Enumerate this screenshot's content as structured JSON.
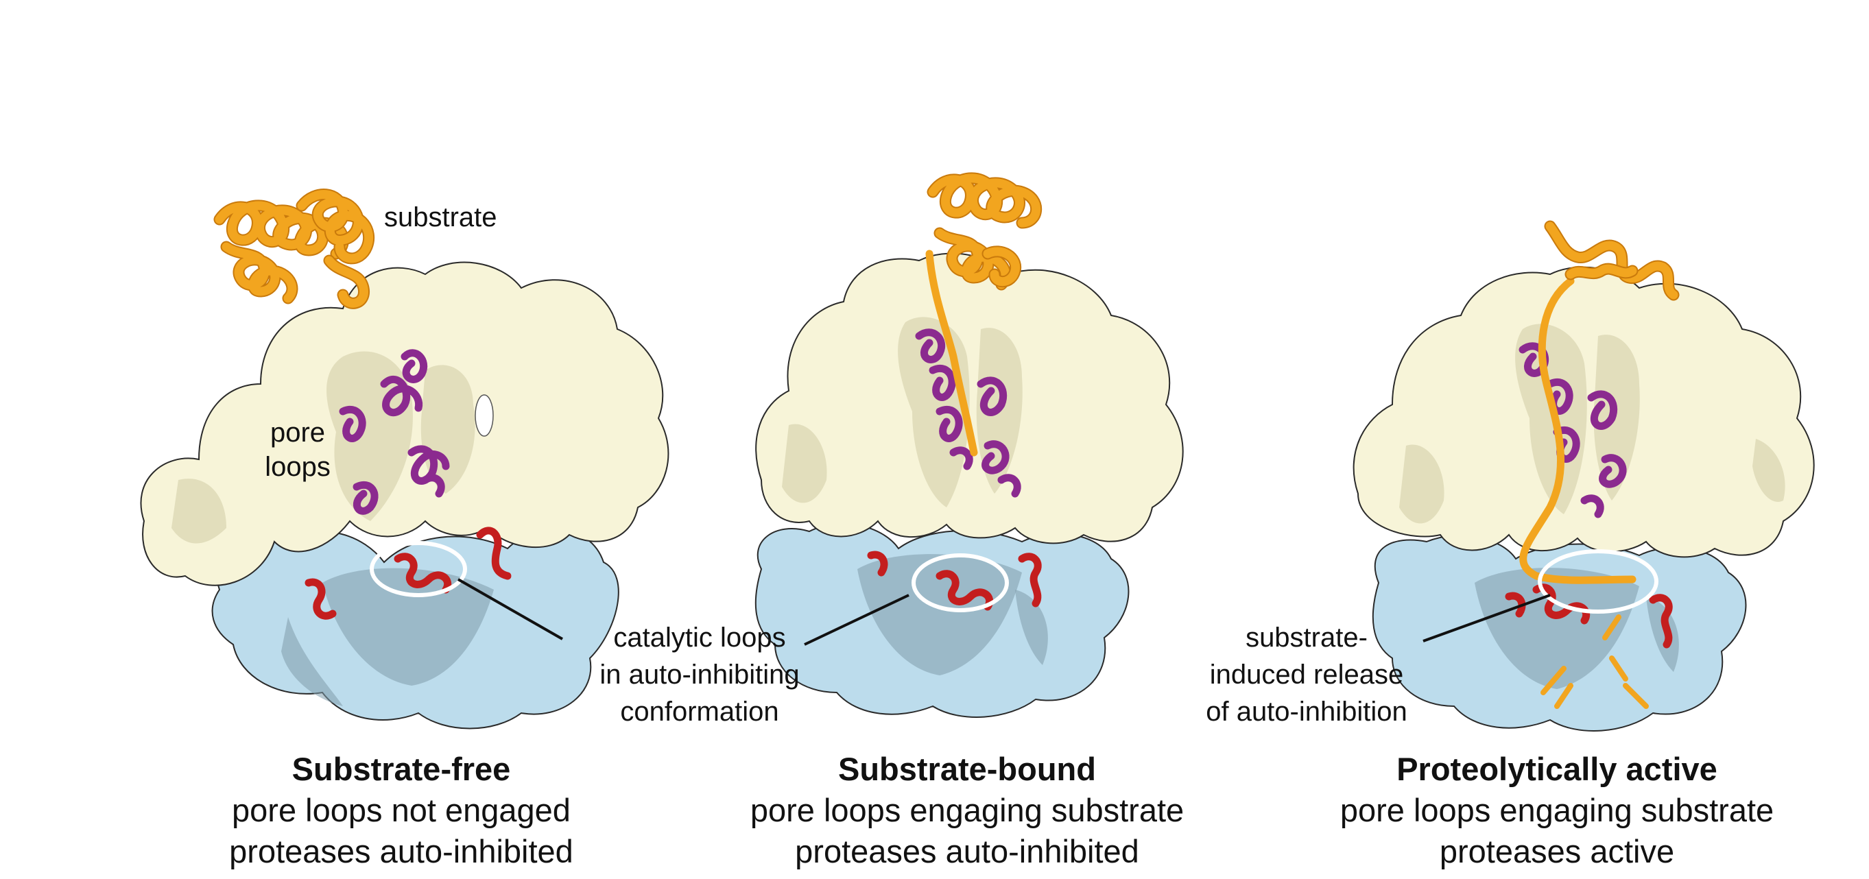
{
  "colors": {
    "substrate": "#f2a51f",
    "substrate_dark": "#c97a0c",
    "upper_ring": "#f7f4d8",
    "upper_ring_shadow": "#d8d4b0",
    "lower_ring": "#bcdcec",
    "lower_ring_shadow": "#7f9cac",
    "pore_loop": "#8b2a8f",
    "catalytic_loop": "#c41e1e",
    "circle": "#ffffff",
    "leader": "#111111"
  },
  "panels": [
    {
      "id": "substrate-free",
      "title": "Substrate-free",
      "line1": "pore loops not engaged",
      "line2": "proteases auto-inhibited"
    },
    {
      "id": "substrate-bound",
      "title": "Substrate-bound",
      "line1": "pore loops engaging substrate",
      "line2": "proteases auto-inhibited"
    },
    {
      "id": "proteolytically-active",
      "title": "Proteolytically active",
      "line1": "pore loops engaging substrate",
      "line2": "proteases active"
    }
  ],
  "annotations": {
    "substrate": "substrate",
    "pore_loops_1": "pore",
    "pore_loops_2": "loops",
    "catalytic_1": "catalytic loops",
    "catalytic_2": "in auto-inhibiting",
    "catalytic_3": "conformation",
    "release_1": "substrate-",
    "release_2": "induced release",
    "release_3": "of auto-inhibition"
  }
}
